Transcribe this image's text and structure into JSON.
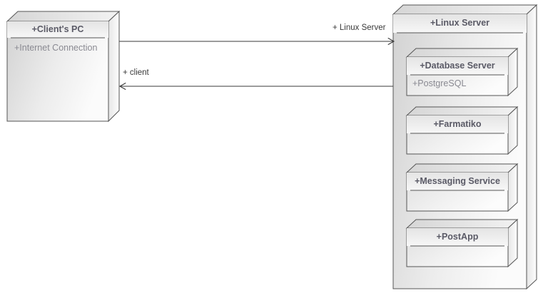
{
  "diagram": {
    "type": "uml-deployment-diagram",
    "background_color": "#ffffff",
    "node_border_color": "#555555",
    "node_title_text_color": "#5a5a66",
    "node_attr_text_color": "#8a8a92",
    "edge_color": "#3a3a3a",
    "edge_label_color": "#3a3a3a"
  },
  "nodes": {
    "client_pc": {
      "title": "+Client's PC",
      "attribute": "+Internet Connection"
    },
    "linux_server": {
      "title": "+Linux Server",
      "children": [
        {
          "title": "+Database Server",
          "attribute": "+PostgreSQL"
        },
        {
          "title": "+Farmatiko",
          "attribute": ""
        },
        {
          "title": "+Messaging Service",
          "attribute": ""
        },
        {
          "title": "+PostApp",
          "attribute": ""
        }
      ]
    }
  },
  "edges": [
    {
      "label": "+ Linux Server",
      "from": "client_pc",
      "to": "linux_server",
      "direction": "right"
    },
    {
      "label": "+ client",
      "from": "linux_server",
      "to": "client_pc",
      "direction": "left"
    }
  ]
}
